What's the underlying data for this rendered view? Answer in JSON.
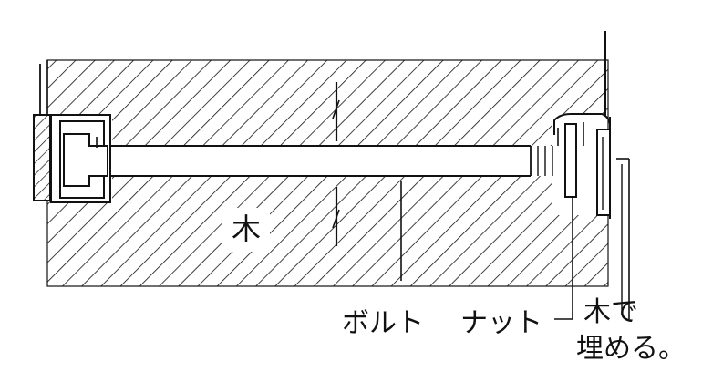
{
  "labels": {
    "wood": "木",
    "bolt": "ボルト",
    "nut": "ナット",
    "fill_line1": "木で",
    "fill_line2": "埋める。"
  }
}
